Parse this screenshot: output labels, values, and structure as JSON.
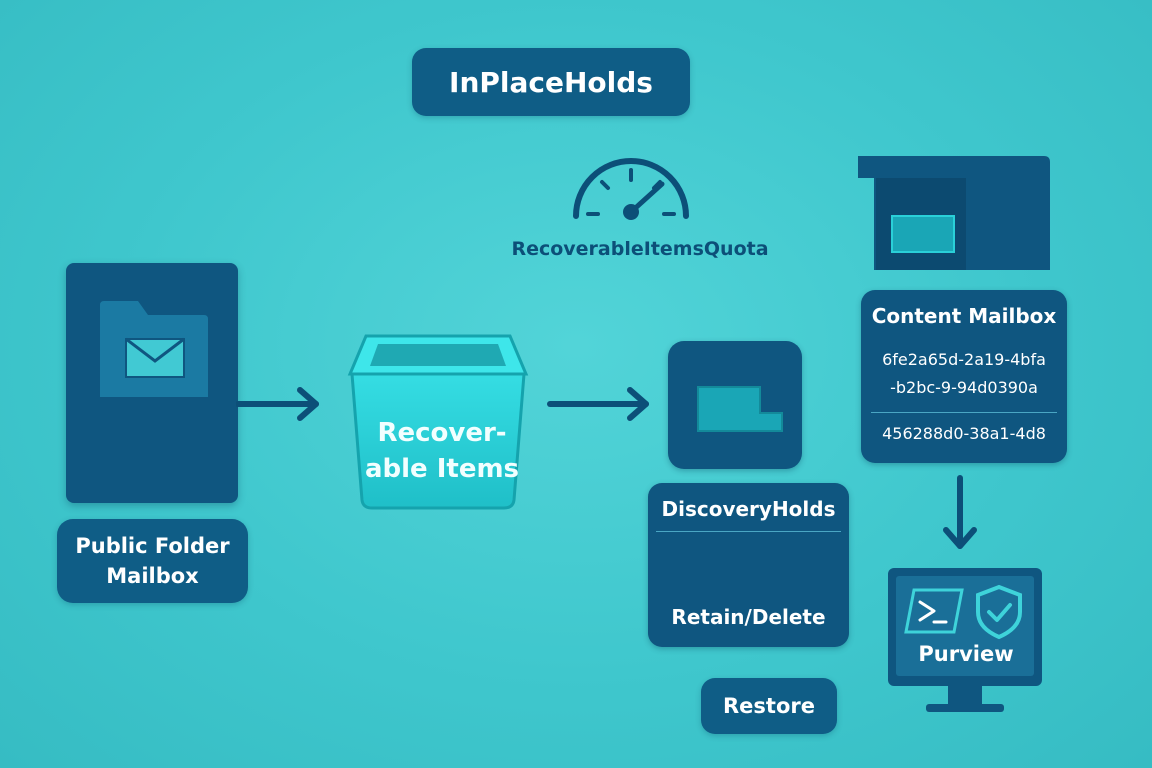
{
  "title": "InPlaceHolds",
  "quota": {
    "label": "RecoverableItemsQuota",
    "icon": "gauge-icon"
  },
  "public_folder": {
    "label_line1": "Public Folder",
    "label_line2": "Mailbox",
    "icon": "mail-folder-icon"
  },
  "recoverable_items": {
    "label_line1": "Recover-",
    "label_line2": "able Items",
    "icon": "bin-icon"
  },
  "discovery": {
    "title": "DiscoveryHolds",
    "action": "Retain/Delete",
    "icon": "folder-icon"
  },
  "restore": {
    "label": "Restore"
  },
  "content_mailbox": {
    "title": "Content Mailbox",
    "guid_line1": "6fe2a65d-2a19-4bfa",
    "guid_line2": "-b2bc-9-94d0390a",
    "guid_line3": "456288d0-38a1-4d8"
  },
  "purview": {
    "label": "Purview",
    "icons": [
      "terminal-icon",
      "shield-check-icon"
    ]
  },
  "colors": {
    "background": "#3fc7cd",
    "dark_blue": "#0f5680",
    "pill_blue": "#0f5d86",
    "accent_cyan": "#2ad0d8"
  }
}
